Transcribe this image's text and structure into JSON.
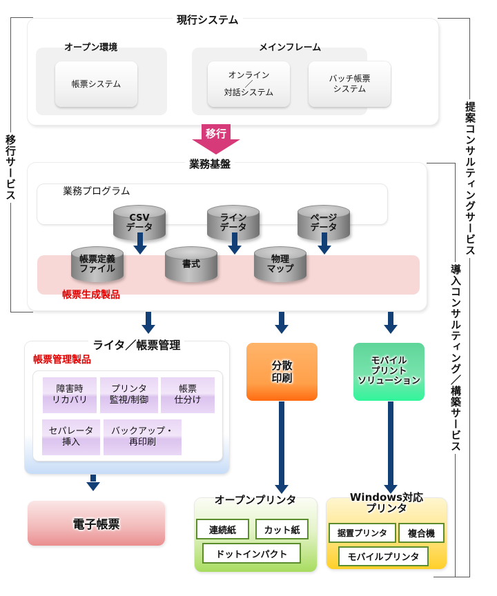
{
  "current_system": {
    "title": "現行システム",
    "open_env": {
      "label": "オープン環境",
      "items": [
        "帳票システム"
      ]
    },
    "mainframe": {
      "label": "メインフレーム",
      "items": [
        "オンライン\n／\n対話システム",
        "バッチ帳票\nシステム"
      ]
    }
  },
  "migration_arrow": {
    "label": "移行",
    "color": "#d63a78"
  },
  "business_platform": {
    "title": "業務基盤",
    "program_label": "業務プログラム",
    "data_cylinders": [
      "CSV\nデータ",
      "ライン\nデータ",
      "ページ\nデータ"
    ],
    "resource_cylinders": [
      "帳票定義\nファイル",
      "書式",
      "物理\nマップ"
    ],
    "product_label": "帳票生成製品",
    "product_label_color": "#e00000"
  },
  "writer_management": {
    "title": "ライタ／帳票管理",
    "product_label": "帳票管理製品",
    "items": [
      "障害時\nリカバリ",
      "プリンタ\n監視/制御",
      "帳票\n仕分け",
      "セパレータ\n挿入",
      "バックアップ・\n再印刷"
    ]
  },
  "distributed_print": {
    "label": "分散\n印刷",
    "color": "#ff8a2a"
  },
  "mobile_print": {
    "label": "モバイル\nプリント\nソリューション",
    "color": "#3ef0a0"
  },
  "electronic_forms": {
    "label": "電子帳票",
    "color": "#ec8f90"
  },
  "open_printer": {
    "title": "オープンプリンタ",
    "items": [
      "連続紙",
      "カット紙",
      "ドットインパクト"
    ],
    "color": "#a8dc60"
  },
  "windows_printer": {
    "title": "Windows対応\nプリンタ",
    "items": [
      "据置プリンタ",
      "複合機",
      "モバイルプリンタ"
    ],
    "color": "#ffd02a"
  },
  "services": {
    "migration": "移行サービス",
    "proposal": "提案コンサルティングサービス",
    "deployment": "導入コンサルティング／構築サービス"
  },
  "arrow_color": "#123f75"
}
